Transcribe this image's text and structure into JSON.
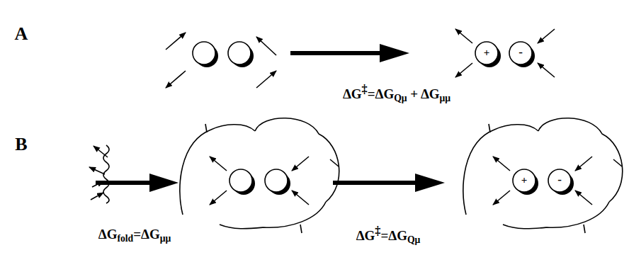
{
  "diagram": {
    "labels": [
      "A",
      "+",
      "-",
      "ΔG‡=ΔGQμ + ΔGμμ",
      "B",
      "ΔGfold=ΔGμμ",
      "+",
      "-",
      "ΔG‡=ΔGQμ"
    ]
  }
}
